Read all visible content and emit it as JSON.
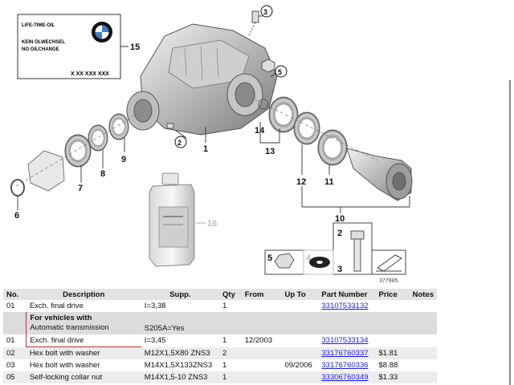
{
  "diagram": {
    "label_box": {
      "line1": "LIFE-TIME-OIL",
      "line2": "KEIN ÖLWECHSEL",
      "line3": "NO OILCHANGE",
      "code": "X XX XXX XXX"
    },
    "callouts": [
      "15",
      "3",
      "5",
      "2",
      "1",
      "14",
      "13",
      "9",
      "8",
      "7",
      "6",
      "12",
      "11",
      "10",
      "16",
      "2",
      "5",
      "4",
      "3"
    ],
    "drawing_number": "377985"
  },
  "table": {
    "headers": [
      "No.",
      "Description",
      "Supp.",
      "Qty",
      "From",
      "Up To",
      "Part Number",
      "Price",
      "Notes"
    ],
    "rows": [
      {
        "no": "01",
        "desc": "Exch. final drive",
        "supp": "I=3,38",
        "qty": "1",
        "from": "",
        "upto": "",
        "pn": "33107533132",
        "price": "",
        "notes": ""
      },
      {
        "no": "",
        "desc_bold": "For vehicles with",
        "desc": "Automatic transmission",
        "supp": "S205A=Yes",
        "qty": "",
        "from": "",
        "upto": "",
        "pn": "",
        "price": "",
        "notes": ""
      },
      {
        "no": "01",
        "desc": "Exch. final drive",
        "supp": "I=3,45",
        "qty": "1",
        "from": "12/2003",
        "upto": "",
        "pn": "33107533134",
        "price": "",
        "notes": ""
      },
      {
        "no": "02",
        "desc": "Hex bolt with washer",
        "supp": "M12X1,5X80 ZNS3",
        "qty": "2",
        "from": "",
        "upto": "",
        "pn": "33176760337",
        "price": "$1.81",
        "notes": ""
      },
      {
        "no": "03",
        "desc": "Hex bolt with washer",
        "supp": "M14X1,5X133ZNS3",
        "qty": "1",
        "from": "",
        "upto": "09/2006",
        "pn": "33176760336",
        "price": "$8.88",
        "notes": ""
      },
      {
        "no": "05",
        "desc": "Self-locking collar nut",
        "supp": "M14X1,5-10 ZNS3",
        "qty": "1",
        "from": "",
        "upto": "",
        "pn": "33306760349",
        "price": "$1.33",
        "notes": ""
      }
    ]
  },
  "colors": {
    "link": "#1a1aee",
    "accent": "#c03030"
  }
}
